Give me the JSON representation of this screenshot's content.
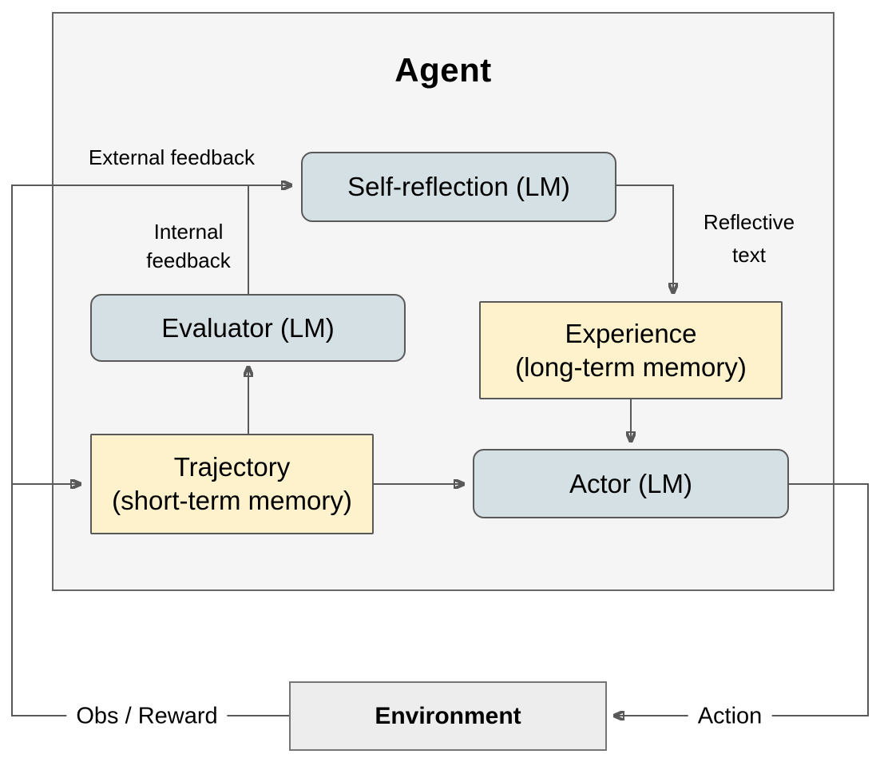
{
  "diagram": {
    "title": "Agent",
    "nodes": {
      "self_reflection": {
        "label": "Self-reflection (LM)"
      },
      "evaluator": {
        "label": "Evaluator (LM)"
      },
      "actor": {
        "label": "Actor (LM)"
      },
      "experience": {
        "line1": "Experience",
        "line2": "(long-term memory)"
      },
      "trajectory": {
        "line1": "Trajectory",
        "line2": "(short-term memory)"
      },
      "environment": {
        "label": "Environment"
      }
    },
    "edge_labels": {
      "external_feedback": "External feedback",
      "internal_feedback_line1": "Internal",
      "internal_feedback_line2": "feedback",
      "reflective_text_line1": "Reflective",
      "reflective_text_line2": "text",
      "obs_reward": "Obs / Reward",
      "action": "Action"
    },
    "colors": {
      "lm_node_fill": "#d5e0e4",
      "memory_node_fill": "#fdf2cc",
      "environment_fill": "#ededed",
      "agent_container_fill": "#f5f5f5",
      "border_and_line": "#595959",
      "text": "#000000",
      "page_background": "#ffffff"
    }
  }
}
